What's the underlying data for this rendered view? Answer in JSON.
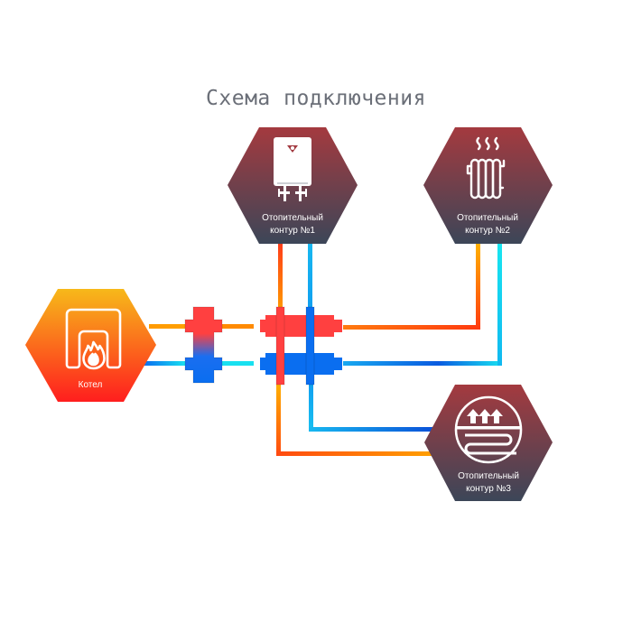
{
  "title": "Схема подключения",
  "nodes": {
    "boiler": {
      "label": "Котел",
      "icon": "boiler-flame-icon"
    },
    "circuit1": {
      "label_line1": "Отопительный",
      "label_line2": "контур  №1",
      "icon": "water-heater-icon"
    },
    "circuit2": {
      "label_line1": "Отопительный",
      "label_line2": "контур  №2",
      "icon": "radiator-icon"
    },
    "circuit3": {
      "label_line1": "Отопительный",
      "label_line2": "контур  №3",
      "icon": "underfloor-heating-icon"
    }
  },
  "colors": {
    "hot": "#ff4040",
    "cold": "#0a6ef0",
    "hot_pipe_a": "#ff3a1a",
    "hot_pipe_b": "#ffb300",
    "cold_pipe_a": "#0a5be0",
    "cold_pipe_b": "#18e0f0",
    "boiler_top": "#f7b91a",
    "boiler_bottom": "#ff1e1e",
    "circuit_top": "#a43a3f",
    "circuit_bottom": "#3c4658",
    "title": "#6b6f78"
  }
}
